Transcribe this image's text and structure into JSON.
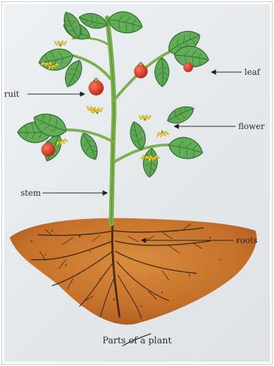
{
  "diagram": {
    "labels": {
      "fruit": "ruit",
      "leaf": "leaf",
      "flower": "flower",
      "stem": "stem",
      "roots": "roots"
    },
    "caption": "Parts of a plant"
  },
  "colors": {
    "leaf": "#5fa856",
    "leaf_dark": "#2f6b2c",
    "stem": "#7bb04e",
    "tomato": "#d9442e",
    "flower": "#f2d23a",
    "soil": "#c9722b",
    "soil_dark": "#a95a20",
    "root": "#4a2c16"
  }
}
